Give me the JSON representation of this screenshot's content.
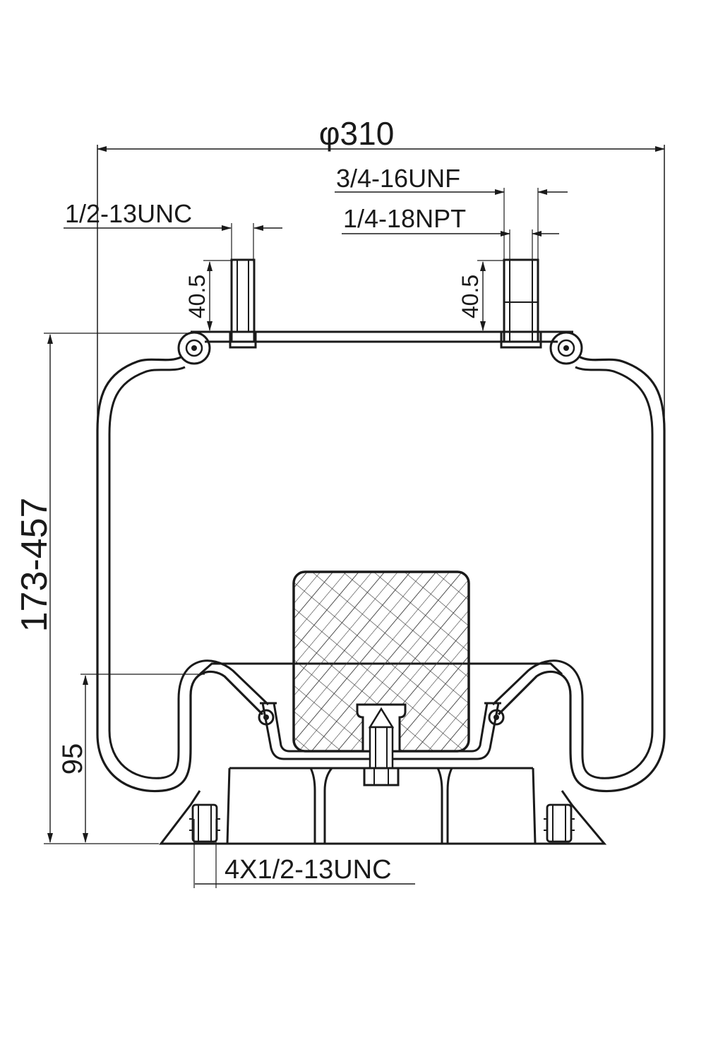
{
  "dimensions": {
    "diameter": "φ310",
    "top_thread_left": "1/2-13UNC",
    "top_thread_right": "3/4-16UNF",
    "air_fitting": "1/4-18NPT",
    "stud_height_left": "40.5",
    "stud_height_right": "40.5",
    "height_range": "173-457",
    "piston_height": "95",
    "base_thread": "4X1/2-13UNC"
  },
  "colors": {
    "line": "#1a1a1a",
    "background": "#ffffff",
    "bumper_hatch": "#1a1a1a"
  }
}
